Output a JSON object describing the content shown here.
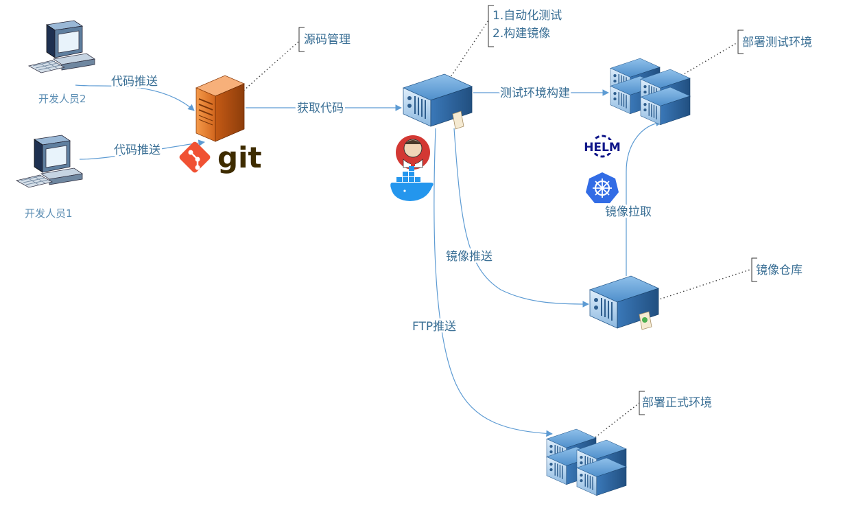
{
  "nodes": {
    "dev2_label": "开发人员2",
    "dev1_label": "开发人员1",
    "git_logo_text": "git",
    "helm_logo_text": "HELM"
  },
  "edges": {
    "push_code_top": "代码推送",
    "push_code_bottom": "代码推送",
    "fetch_code": "获取代码",
    "test_env_build": "测试环境构建",
    "image_push": "镜像推送",
    "image_pull": "镜像拉取",
    "ftp_push": "FTP推送"
  },
  "annotations": {
    "source_control": "源码管理",
    "ci_task_1": "1.自动化测试",
    "ci_task_2": "2.构建镜像",
    "deploy_test": "部署测试环境",
    "image_repo": "镜像仓库",
    "deploy_prod": "部署正式环境"
  },
  "colors": {
    "edge": "#5d9bd3",
    "label_text": "#3a6f95",
    "server_blue": "#3f7fbf",
    "git_server_orange": "#e0782d",
    "git_red": "#f05133",
    "docker_blue": "#2496ed",
    "k8s_blue": "#326ce5",
    "helm_navy": "#0f1689"
  },
  "icons": [
    "desktop-computer-icon",
    "git-server-icon",
    "git-logo-icon",
    "jenkins-icon",
    "docker-icon",
    "helm-icon",
    "kubernetes-icon",
    "rack-server-icon",
    "server-cluster-icon"
  ]
}
